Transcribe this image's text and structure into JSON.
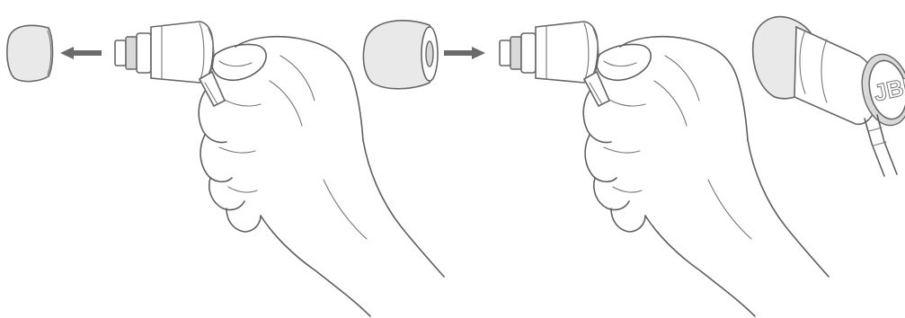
{
  "logo": {
    "text": "JBL"
  },
  "colors": {
    "line": "#5f5f5f",
    "tip_fill": "#e9e9e9",
    "arrow": "#6b6b6b",
    "background": "#ffffff"
  },
  "steps": [
    {
      "action": "remove-ear-tip",
      "arrow_direction": "left"
    },
    {
      "action": "attach-ear-tip",
      "arrow_direction": "right"
    },
    {
      "action": "assembled-earphone",
      "arrow_direction": "none"
    }
  ]
}
